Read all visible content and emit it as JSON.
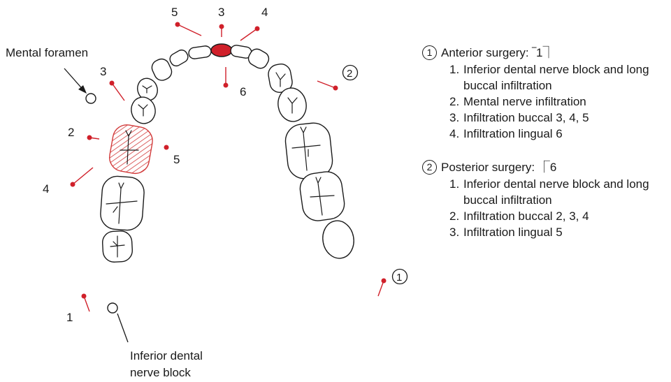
{
  "labels": {
    "mental_foramen": "Mental foramen",
    "inferior_block_line1": "Inferior dental",
    "inferior_block_line2": "nerve block",
    "circle_2": "2",
    "circle_1": "1"
  },
  "site_numbers": {
    "top_5": "5",
    "top_3": "3",
    "top_4": "4",
    "palatal_6": "6",
    "left_3": "3",
    "left_2": "2",
    "left_5": "5",
    "left_4": "4",
    "bottom_1": "1"
  },
  "legend": {
    "anterior": {
      "marker": "1",
      "title": "Anterior surgery: ‾1⏋",
      "items": [
        {
          "n": "1.",
          "text": "Inferior dental nerve block and long buccal infiltration"
        },
        {
          "n": "2.",
          "text": "Mental nerve infiltration"
        },
        {
          "n": "3.",
          "text": "Infiltration buccal 3, 4, 5"
        },
        {
          "n": "4.",
          "text": "Infiltration lingual 6"
        }
      ]
    },
    "posterior": {
      "marker": "2",
      "title": "Posterior surgery: ⎾6",
      "items": [
        {
          "n": "1.",
          "text": "Inferior dental nerve block and long buccal infiltration"
        },
        {
          "n": "2.",
          "text": "Infiltration buccal 2, 3, 4"
        },
        {
          "n": "3.",
          "text": "Infiltration lingual 5"
        }
      ]
    }
  },
  "colors": {
    "injection_red": "#d0202a",
    "hatch_red": "#d23a3a",
    "ink": "#1a1a1a"
  }
}
